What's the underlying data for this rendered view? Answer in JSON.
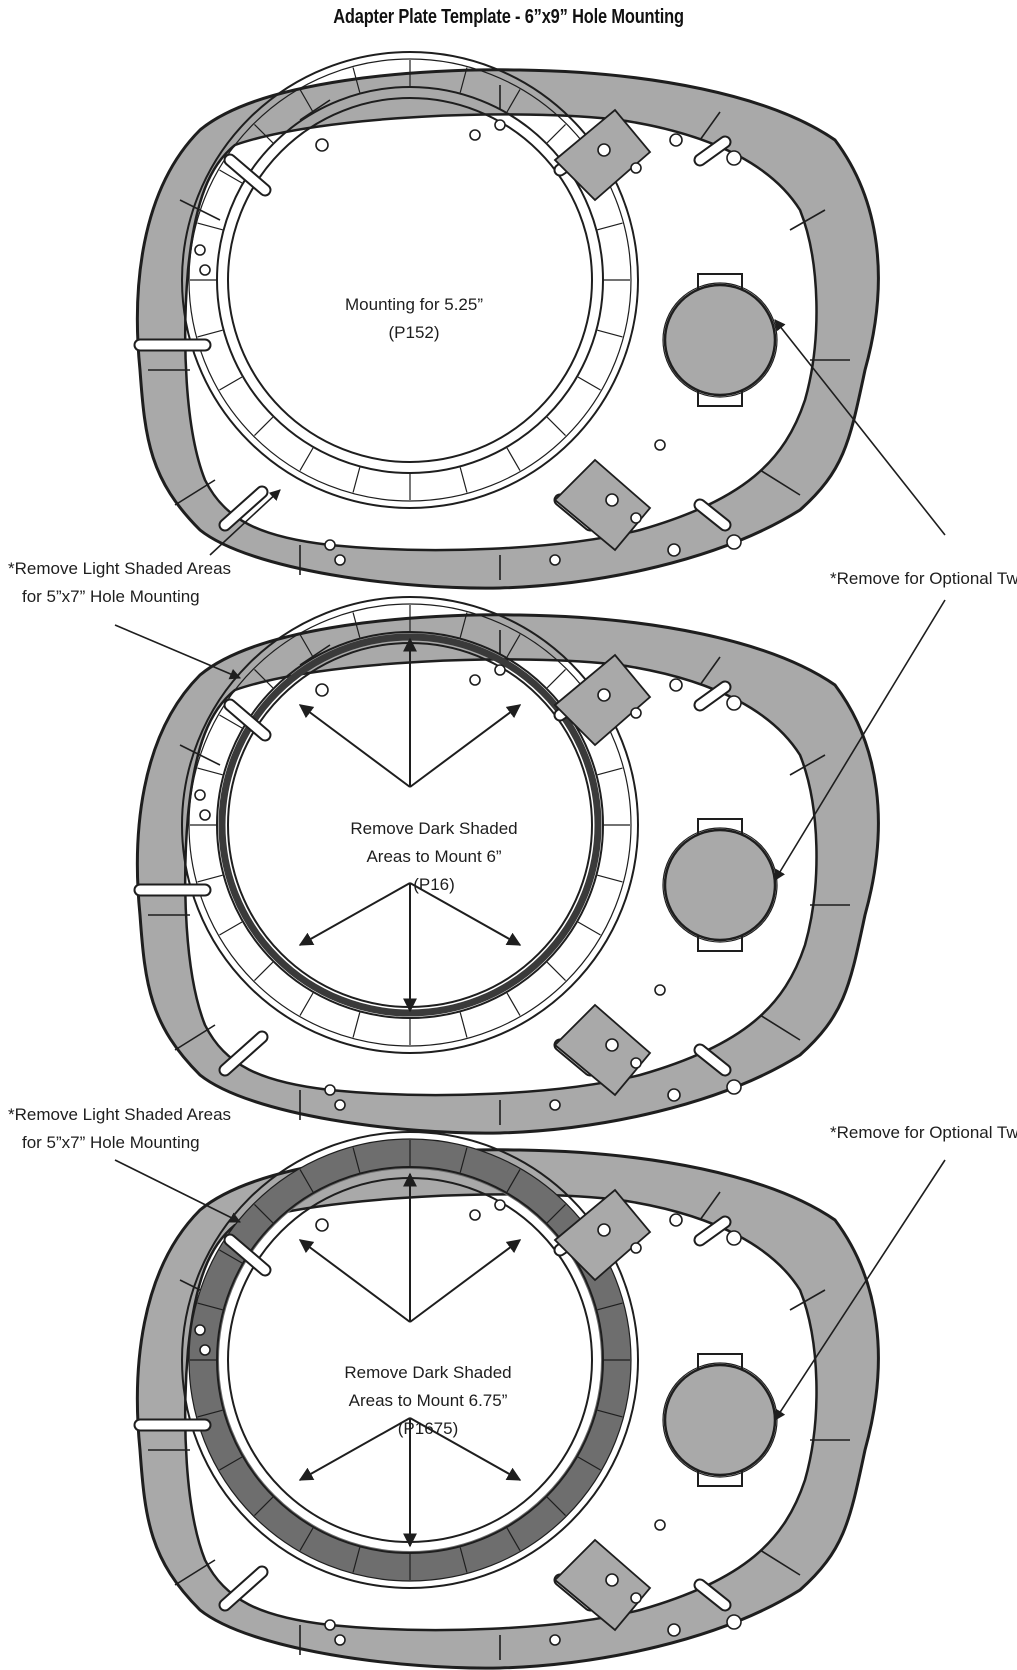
{
  "title": "Adapter Plate Template - 6”x9” Hole Mounting",
  "plate1": {
    "center_label": [
      "Mounting for 5.25”",
      "(P152)"
    ],
    "light_note": [
      "*Remove Light Shaded Areas",
      "for 5”x7” Hole Mounting"
    ],
    "tweeter_note": "*Remove for Optional Tweeter"
  },
  "plate2": {
    "center_label": [
      "Remove Dark Shaded",
      "Areas to Mount 6”",
      "(P16)"
    ],
    "light_note": [
      "*Remove Light Shaded Areas",
      "for 5”x7” Hole Mounting"
    ],
    "tweeter_note": "*Remove for Optional Tweeter"
  },
  "plate3": {
    "center_label": [
      "Remove Dark Shaded",
      "Areas to Mount 6.75”",
      "(P1675)"
    ]
  },
  "colors": {
    "light_shade": "#a9a9a9",
    "dark_shade": "#6e6e6e",
    "line": "#1e1e1e"
  }
}
